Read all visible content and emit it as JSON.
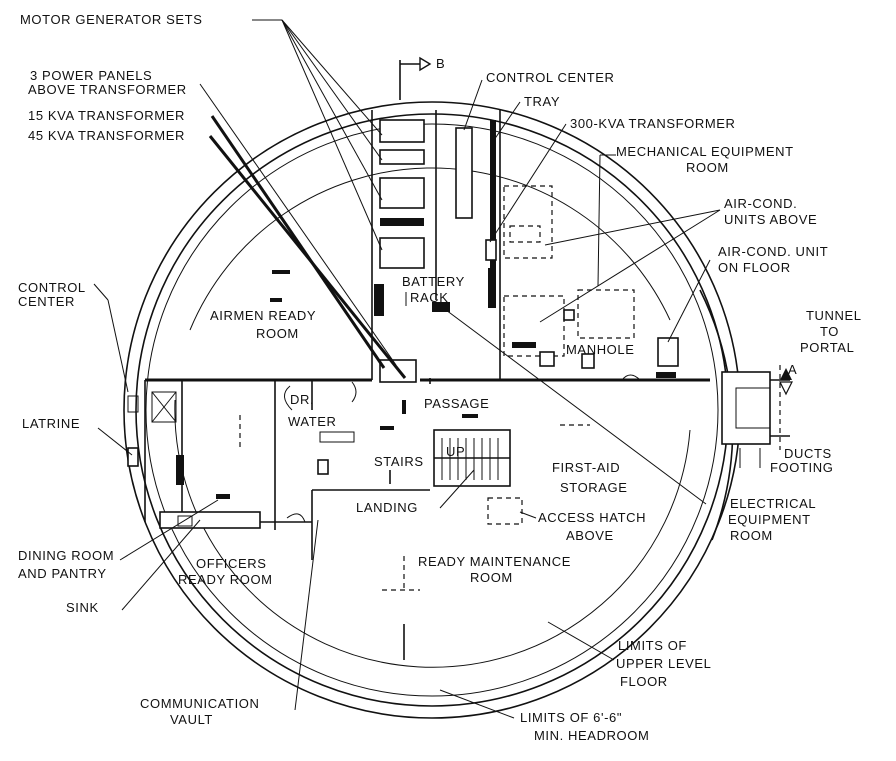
{
  "labels": {
    "motor_generator_sets": "MOTOR GENERATOR SETS",
    "power_panels_1": "3  POWER PANELS",
    "power_panels_2": "ABOVE TRANSFORMER",
    "transformer_15": "15 KVA TRANSFORMER",
    "transformer_45": "45 KVA TRANSFORMER",
    "section_b": "B",
    "control_center_top": "CONTROL CENTER",
    "tray": "TRAY",
    "transformer_300": "300-KVA TRANSFORMER",
    "mech_room_1": "MECHANICAL  EQUIPMENT",
    "mech_room_2": "ROOM",
    "ac_units_above_1": "AIR-COND.",
    "ac_units_above_2": "UNITS ABOVE",
    "ac_unit_floor_1": "AIR-COND.  UNIT",
    "ac_unit_floor_2": "ON FLOOR",
    "tunnel_1": "TUNNEL",
    "tunnel_2": "TO",
    "tunnel_3": "PORTAL",
    "section_a": "A",
    "control_center_left_1": "CONTROL",
    "control_center_left_2": "CENTER",
    "battery_rack_1": "BATTERY",
    "battery_rack_2": "RACK",
    "airmen_room_1": "AIRMEN  READY",
    "airmen_room_2": "ROOM",
    "manhole": "MANHOLE",
    "dr_water_1": "DR.",
    "dr_water_2": "WATER",
    "passage": "PASSAGE",
    "latrine": "LATRINE",
    "stairs": "STAIRS",
    "up": "UP",
    "first_aid_1": "FIRST-AID",
    "first_aid_2": "STORAGE",
    "ducts": "DUCTS",
    "footing": "FOOTING",
    "landing": "LANDING",
    "electrical_1": "ELECTRICAL",
    "electrical_2": "EQUIPMENT",
    "electrical_3": "ROOM",
    "access_hatch_1": "ACCESS HATCH",
    "access_hatch_2": "ABOVE",
    "dining_1": "DINING ROOM",
    "dining_2": "AND PANTRY",
    "officers_1": "OFFICERS",
    "officers_2": "READY ROOM",
    "ready_maint_1": "READY MAINTENANCE",
    "ready_maint_2": "ROOM",
    "sink": "SINK",
    "upper_level_1": "LIMITS OF",
    "upper_level_2": "UPPER LEVEL",
    "upper_level_3": "FLOOR",
    "communication_1": "COMMUNICATION",
    "communication_2": "VAULT",
    "headroom_1": "LIMITS OF 6'-6\"",
    "headroom_2": "MIN. HEADROOM"
  }
}
